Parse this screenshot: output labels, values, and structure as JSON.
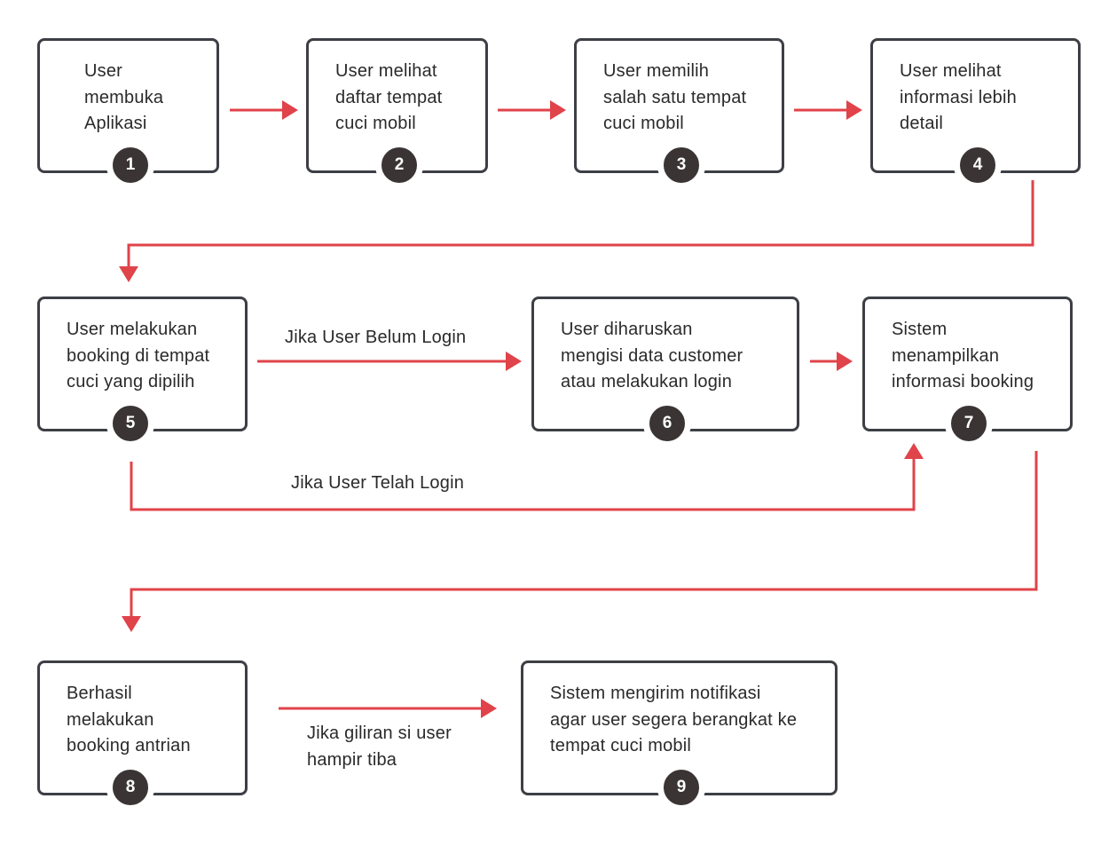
{
  "colors": {
    "box_border": "#3d3f45",
    "badge_fill": "#3b3434",
    "arrow": "#e0434a",
    "text": "#2a2a2a"
  },
  "steps": [
    {
      "number": "1",
      "text": "User\nmembuka\nAplikasi"
    },
    {
      "number": "2",
      "text": "User melihat\ndaftar tempat\ncuci mobil"
    },
    {
      "number": "3",
      "text": "User memilih\nsalah satu tempat\ncuci mobil"
    },
    {
      "number": "4",
      "text": "User melihat\ninformasi lebih\ndetail"
    },
    {
      "number": "5",
      "text": "User melakukan\nbooking di tempat\ncuci yang dipilih"
    },
    {
      "number": "6",
      "text": "User diharuskan\nmengisi data customer\natau melakukan login"
    },
    {
      "number": "7",
      "text": "Sistem\nmenampilkan\ninformasi booking"
    },
    {
      "number": "8",
      "text": "Berhasil\nmelakukan\nbooking antrian"
    },
    {
      "number": "9",
      "text": "Sistem mengirim notifikasi\nagar user segera berangkat ke\ntempat cuci mobil"
    }
  ],
  "edge_labels": {
    "not_logged_in": "Jika User Belum Login",
    "logged_in": "Jika User Telah Login",
    "turn_near": "Jika giliran si user\nhampir tiba"
  }
}
